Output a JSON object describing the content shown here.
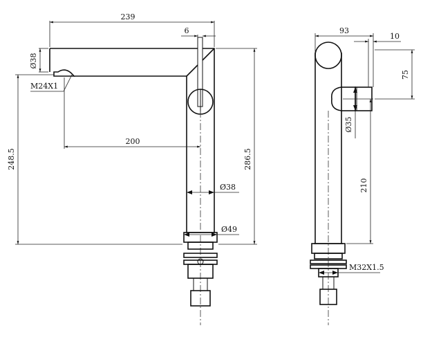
{
  "drawing": {
    "front_view": {
      "overall_length": "239",
      "lever_width": "6",
      "spout_diameter": "Ø38",
      "thread": "M24X1",
      "spout_height": "248.5",
      "spout_reach": "200",
      "total_height": "286.5",
      "body_diameter": "Ø38",
      "base_diameter": "Ø49"
    },
    "side_view": {
      "width": "93",
      "handle_length": "10",
      "handle_height": "75",
      "handle_diameter": "Ø35",
      "body_height": "210",
      "mount_thread": "M32X1.5"
    }
  }
}
